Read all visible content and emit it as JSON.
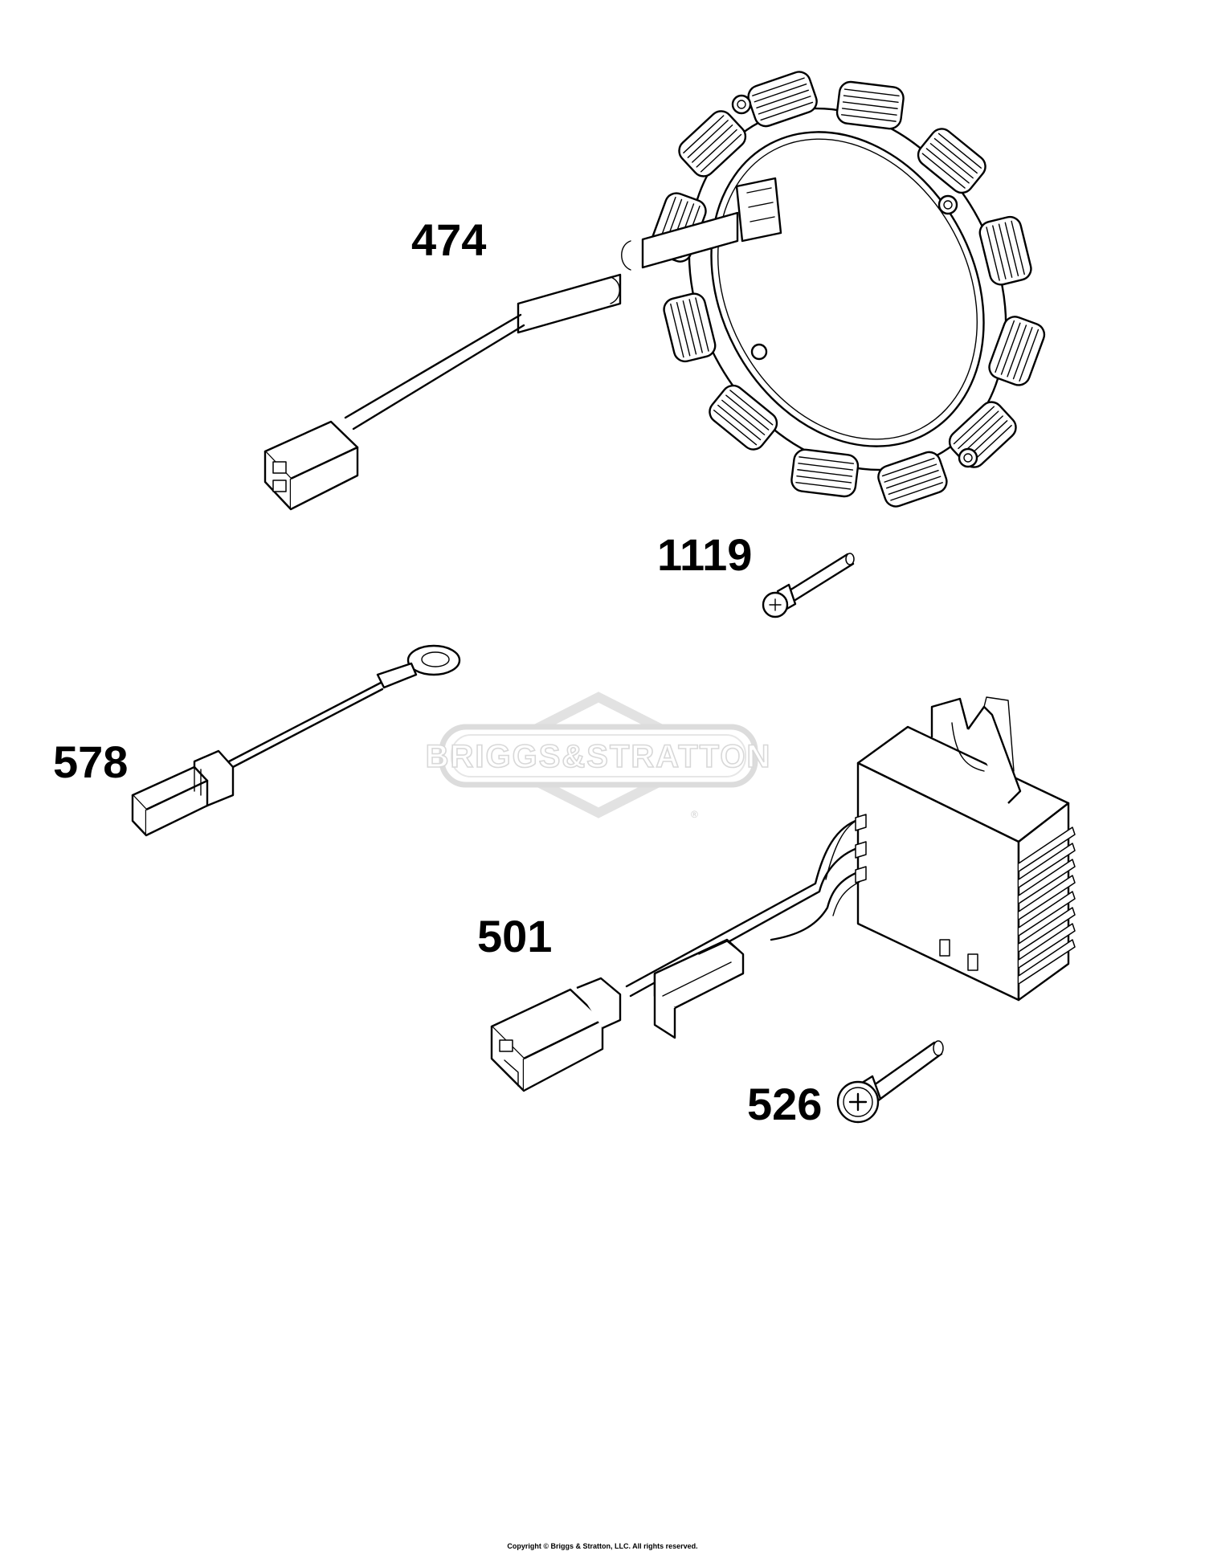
{
  "diagram": {
    "watermark": {
      "brand_text": "BRIGGS&STRATTON",
      "registered_mark": "®"
    },
    "parts": [
      {
        "number": "474",
        "icon": "alternator-stator-icon"
      },
      {
        "number": "1119",
        "icon": "stator-screw-icon"
      },
      {
        "number": "578",
        "icon": "ground-wire-harness-icon"
      },
      {
        "number": "501",
        "icon": "voltage-regulator-icon"
      },
      {
        "number": "526",
        "icon": "regulator-screw-icon"
      }
    ],
    "copyright": "Copyright © Briggs & Stratton, LLC. All rights reserved."
  }
}
